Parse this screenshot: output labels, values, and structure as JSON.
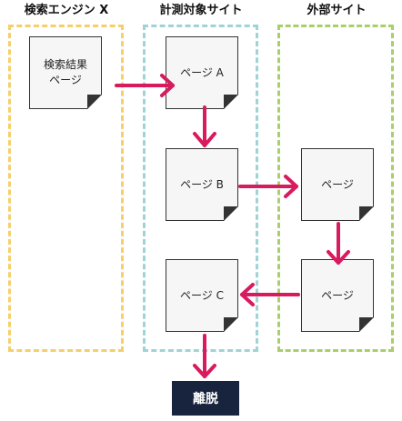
{
  "columns": {
    "search_engine": "検索エンジン X",
    "measured_site": "計測対象サイト",
    "external_site": "外部サイト"
  },
  "pages": {
    "search_results": "検索結果\nページ",
    "page_a": "ページ A",
    "page_b": "ページ B",
    "page_c": "ページ C",
    "external_1": "ページ",
    "external_2": "ページ"
  },
  "exit_label": "離脱",
  "colors": {
    "search_zone": "#f5cf6a",
    "measured_zone": "#9fd3d6",
    "external_zone": "#a9cf6d",
    "arrow": "#d81b5f"
  }
}
